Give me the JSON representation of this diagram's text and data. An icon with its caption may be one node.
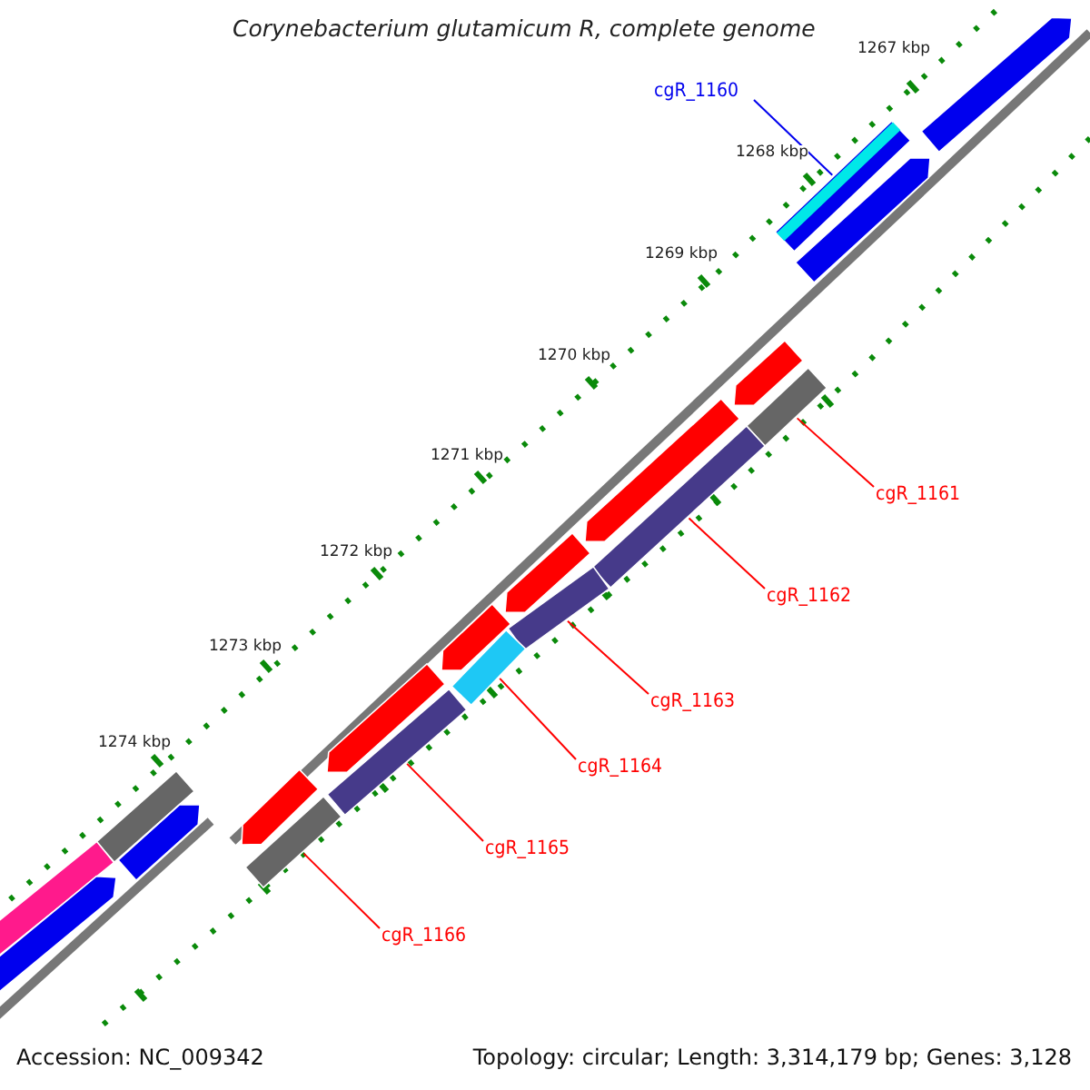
{
  "diagram": {
    "title": "Corynebacterium glutamicum R, complete genome",
    "nodes": [
      {
        "text": [
          "cgR_1160"
        ]
      },
      {
        "text": [
          "cgR_1161"
        ]
      },
      {
        "text": [
          "cgR_1162"
        ]
      },
      {
        "text": [
          "cgR_1163"
        ]
      },
      {
        "text": [
          "cgR_1164"
        ]
      },
      {
        "text": [
          "cgR_1165"
        ]
      },
      {
        "text": [
          "cgR_1166"
        ]
      },
      {
        "text": [],
        "shape": "arrow"
      },
      {
        "text": [],
        "shape": "bar"
      },
      {
        "text": [],
        "shape": "arrow"
      },
      {
        "text": [],
        "shape": "arrow"
      },
      {
        "text": [],
        "shape": "bar"
      },
      {
        "text": [],
        "shape": "arrow"
      },
      {
        "text": [],
        "shape": "bar"
      },
      {
        "text": [],
        "shape": "arrow"
      },
      {
        "text": [],
        "shape": "bar"
      },
      {
        "text": [],
        "shape": "arrow"
      },
      {
        "text": [],
        "shape": "bar"
      },
      {
        "text": [],
        "shape": "arrow"
      },
      {
        "text": [],
        "shape": "bar"
      },
      {
        "text": [],
        "shape": "arrow"
      },
      {
        "text": [],
        "shape": "bar"
      },
      {
        "text": [],
        "shape": "bar"
      },
      {
        "text": [],
        "shape": "arrow"
      },
      {
        "text": [],
        "shape": "bar"
      },
      {
        "text": [],
        "shape": "arrow"
      }
    ],
    "edges": [
      {
        "from": 0,
        "to": 8,
        "arrow": "none",
        "color": "#0000ee"
      },
      {
        "from": 1,
        "to": 11,
        "arrow": "none"
      },
      {
        "from": 2,
        "to": 13,
        "arrow": "none"
      },
      {
        "from": 3,
        "to": 15,
        "arrow": "none"
      },
      {
        "from": 4,
        "to": 17,
        "arrow": "none"
      },
      {
        "from": 5,
        "to": 19,
        "arrow": "none"
      },
      {
        "from": 6,
        "to": 21,
        "arrow": "none"
      }
    ],
    "labels": [
      "1267 kbp",
      "1268 kbp",
      "1269 kbp",
      "1270 kbp",
      "1271 kbp",
      "1272 kbp",
      "1273 kbp",
      "1274 kbp",
      "Accession: NC_009342",
      "Topology: circular; Length: 3,314,179 bp; Genes: 3,128"
    ]
  }
}
